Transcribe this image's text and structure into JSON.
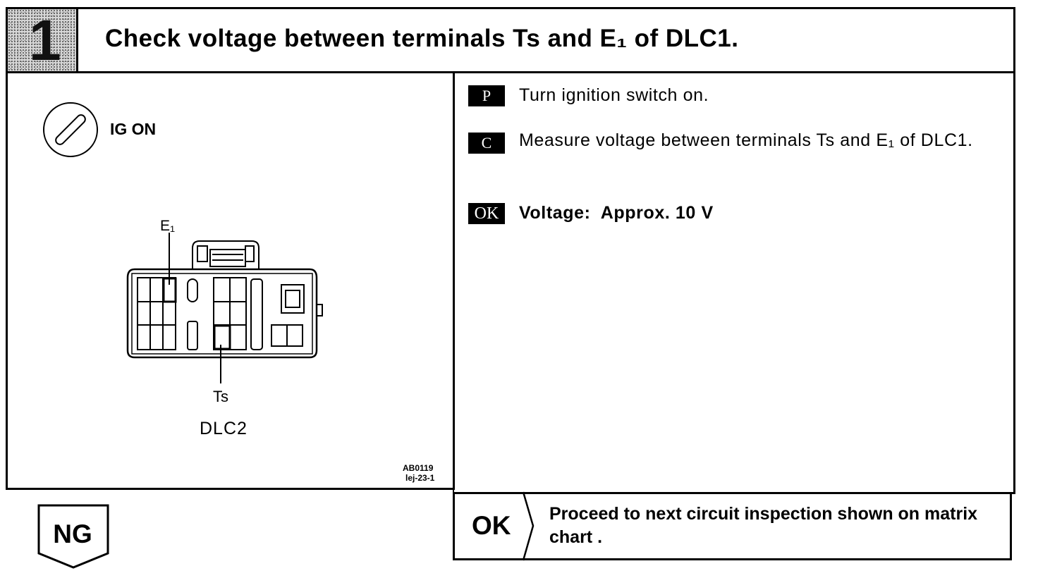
{
  "header": {
    "step_number": "1",
    "title": "Check voltage between terminals Ts and E₁ of DLC1."
  },
  "illustration": {
    "ig_label": "IG ON",
    "e1_label": "E₁",
    "ts_label": "Ts",
    "connector_label": "DLC2",
    "ref_code_1": "AB0119",
    "ref_code_2": "lej-23-1"
  },
  "instructions": [
    {
      "badge": "P",
      "text": "Turn ignition switch on."
    },
    {
      "badge": "C",
      "text": "Measure voltage between terminals Ts and E₁ of DLC1."
    },
    {
      "badge": "OK",
      "text": "Voltage:  Approx. 10 V"
    }
  ],
  "result_ok": {
    "label": "OK",
    "text": "Proceed to next circuit inspection shown on matrix chart ."
  },
  "result_ng": {
    "label": "NG"
  }
}
